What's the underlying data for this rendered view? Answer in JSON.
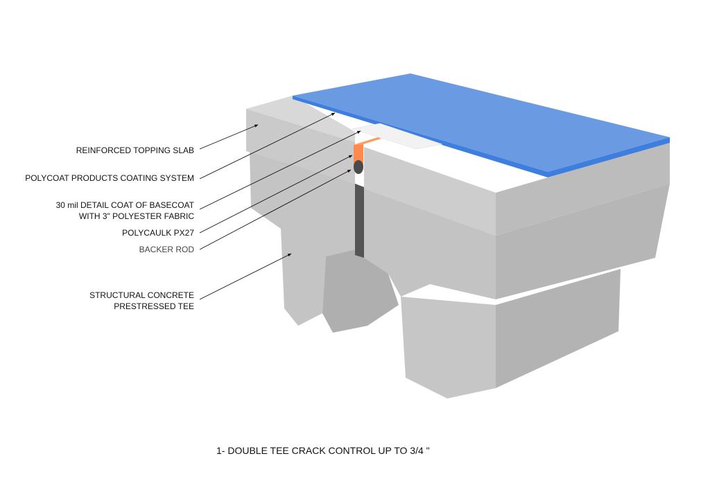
{
  "labels": {
    "topping_slab": "REINFORCED TOPPING SLAB",
    "coating_system": "POLYCOAT PRODUCTS COATING SYSTEM",
    "detail_coat_line1": "30 mil DETAIL COAT OF BASECOAT",
    "detail_coat_line2": "WITH 3\" POLYESTER FABRIC",
    "polycaulk": "POLYCAULK PX27",
    "backer_rod": "BACKER ROD",
    "structural_line1": "STRUCTURAL CONCRETE",
    "structural_line2": "PRESTRESSED TEE"
  },
  "caption": "1- DOUBLE TEE CRACK CONTROL UP TO 3/4 \"",
  "colors": {
    "coating_blue": "#6a9ae2",
    "coating_edge": "#3d7ede",
    "caulk_orange": "#ff8a4c",
    "backer_rod": "#4a4a4a",
    "fabric": "#f2f2f2",
    "concrete_front": "#c9c9c9",
    "concrete_side": "#b4b4b4",
    "concrete_top": "#d6d6d6"
  }
}
